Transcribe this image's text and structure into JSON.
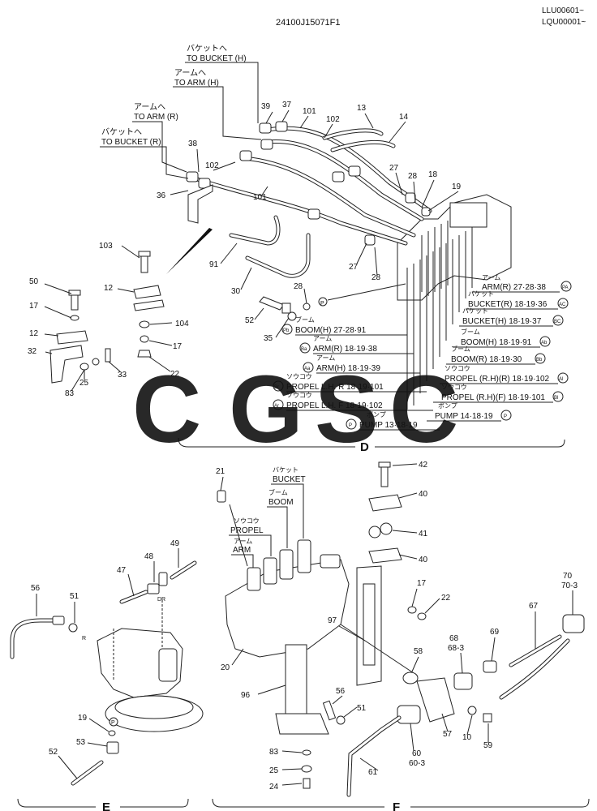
{
  "header": {
    "part_no": "24100J15071F1",
    "serial_1": "LLU00601~",
    "serial_2": "LQU00001~"
  },
  "watermark": {
    "letters": [
      "C",
      "G",
      "S",
      "C"
    ],
    "colors": [
      "#4f8ef0",
      "#ee6b63",
      "#f4c531",
      "#3faf72"
    ]
  },
  "section_d": {
    "label": "D",
    "top_labels": [
      {
        "jp": "バケットへ",
        "en": "TO BUCKET (H)"
      },
      {
        "jp": "アームへ",
        "en": "TO ARM (H)"
      },
      {
        "jp": "アームへ",
        "en": "TO ARM (R)"
      },
      {
        "jp": "バケットへ",
        "en": "TO BUCKET (R)"
      }
    ],
    "port_labels": [
      {
        "jp": "アーム",
        "en": "ARM(R) 27·28·38",
        "code": "PA"
      },
      {
        "jp": "バケット",
        "en": "BUCKET(R) 18·19·36",
        "code": "AC"
      },
      {
        "jp": "バケット",
        "en": "BUCKET(H) 18·19·37",
        "code": "BC"
      },
      {
        "jp": "ブーム",
        "en": "BOOM(H) 18·19·91",
        "code": "Ab"
      },
      {
        "jp": "ブーム",
        "en": "BOOM(R) 18·19·30",
        "code": "Bb"
      },
      {
        "jp": "ソウコウ",
        "en": "PROPEL (R.H)(R) 18·19·102",
        "code": "Al"
      },
      {
        "jp": "ソウコウ",
        "en": "PROPEL (R.H)(F) 18·19·101",
        "code": "Bl"
      },
      {
        "jp": "ポンプ",
        "en": "PUMP 14·18·19",
        "code": "P"
      }
    ],
    "left_port_labels": [
      {
        "jp": "ブーム",
        "en": "BOOM(H) 27·28·91",
        "code": "Pb"
      },
      {
        "jp": "アーム",
        "en": "ARM(R) 18·19·38",
        "code": "Ba"
      },
      {
        "jp": "アーム",
        "en": "ARM(H) 18·19·39",
        "code": "Aa"
      },
      {
        "jp": "ソウコウ",
        "en": "PROPEL L.H. R 18·19·101",
        "code": "Br"
      },
      {
        "jp": "ソウコウ",
        "en": "PROPEL L.H. F 18·19·102",
        "code": "Ar"
      },
      {
        "jp": "ポンプ",
        "en": "PUMP 13·18·19",
        "code": "P"
      }
    ],
    "callouts": [
      "39",
      "37",
      "101",
      "102",
      "13",
      "14",
      "38",
      "102",
      "36",
      "101",
      "27",
      "28",
      "18",
      "19",
      "103",
      "91",
      "30",
      "27",
      "28",
      "50",
      "17",
      "12",
      "12",
      "32",
      "28",
      "52",
      "35",
      "104",
      "17",
      "22",
      "25",
      "33",
      "83"
    ],
    "small_code": "P"
  },
  "section_e": {
    "label": "E",
    "callouts": [
      "47",
      "48",
      "49",
      "56",
      "51",
      "19",
      "53",
      "52"
    ],
    "port_marks": [
      "R",
      "DR",
      "P"
    ]
  },
  "section_f": {
    "label": "F",
    "top_labels": [
      {
        "jp": "バケット",
        "en": "BUCKET"
      },
      {
        "jp": "ブーム",
        "en": "BOOM"
      },
      {
        "jp": "ソウコウ",
        "en": "PROPEL"
      },
      {
        "jp": "アーム",
        "en": "ARM"
      }
    ],
    "callouts": [
      "21",
      "42",
      "40",
      "41",
      "40",
      "17",
      "22",
      "20",
      "97",
      "58",
      "56",
      "51",
      "96",
      "83",
      "25",
      "24",
      "60",
      "60-3",
      "61",
      "57",
      "10",
      "59",
      "68",
      "68-3",
      "69",
      "67",
      "70",
      "70-3"
    ]
  }
}
